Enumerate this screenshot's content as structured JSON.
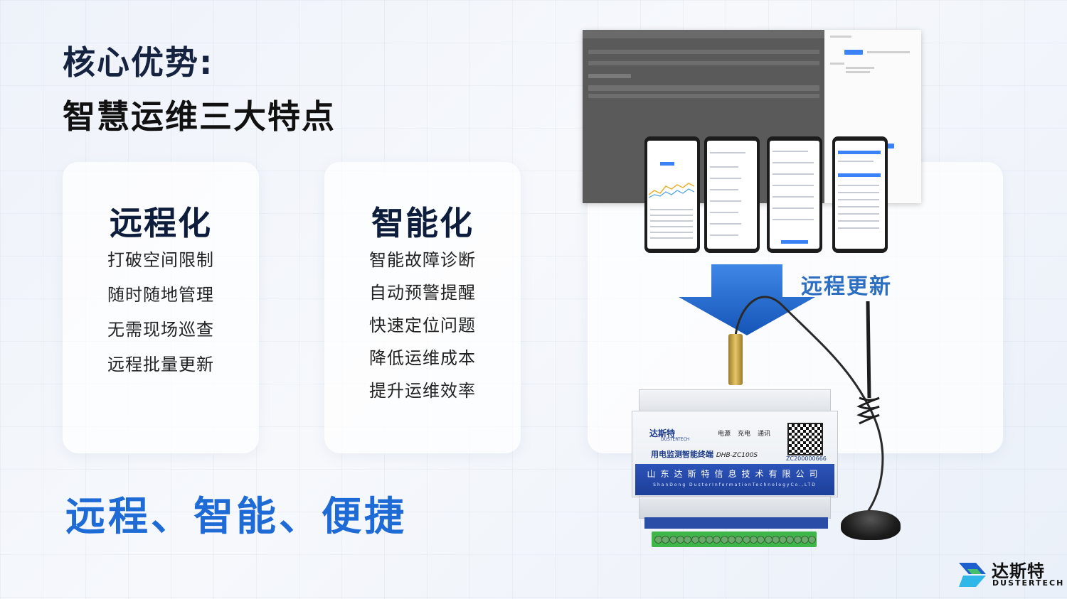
{
  "header": {
    "title": "核心优势:",
    "subtitle": "智慧运维三大特点"
  },
  "cards": [
    {
      "title": "远程化",
      "items": [
        "打破空间限制",
        "随时随地管理",
        "无需现场巡查",
        "远程批量更新"
      ]
    },
    {
      "title": "智能化",
      "items": [
        "智能故障诊断",
        "自动预警提醒",
        "快速定位问题",
        "降低运维成本",
        "提升运维效率"
      ]
    }
  ],
  "illustration": {
    "arrow_label": "远程更新",
    "arrow_color": "#1f6bd6",
    "device": {
      "logo_text": "达斯特",
      "logo_sub": "DUSTERTECH",
      "indicators": [
        "电源",
        "充电",
        "通讯"
      ],
      "model_name": "用电监测智能终端",
      "model_code": "DHB-ZC100S",
      "serial": "ZC200000666",
      "company": "山东达斯特信息技术有限公司",
      "company_en": "ShanDong DusterInformationTechnologyCo.,LTD"
    }
  },
  "slogan": "远程、智能、便捷",
  "brand": {
    "name": "达斯特",
    "english": "DUSTERTECH",
    "colors": [
      "#1e5fd0",
      "#2fb7e8",
      "#45c06a"
    ]
  }
}
